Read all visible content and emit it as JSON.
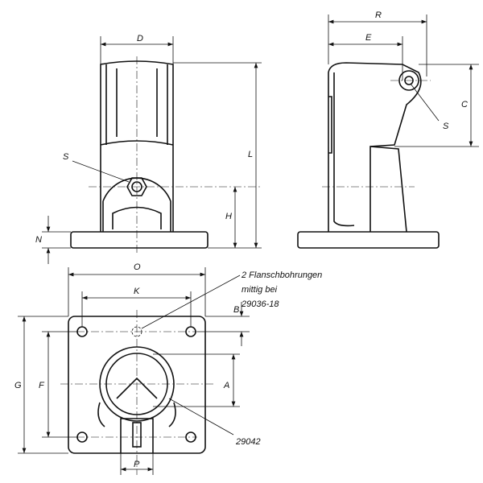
{
  "labels": {
    "D": "D",
    "S_front": "S",
    "L": "L",
    "H": "H",
    "N": "N",
    "R": "R",
    "E": "E",
    "C": "C",
    "S_side": "S",
    "O": "O",
    "K": "K",
    "B": "B",
    "G": "G",
    "F": "F",
    "A": "A",
    "P": "P"
  },
  "annotations": {
    "flange_line1": "2 Flanschbohrungen",
    "flange_line2": "mittig bei",
    "flange_line3": "29036-18",
    "part_ref": "29042"
  }
}
